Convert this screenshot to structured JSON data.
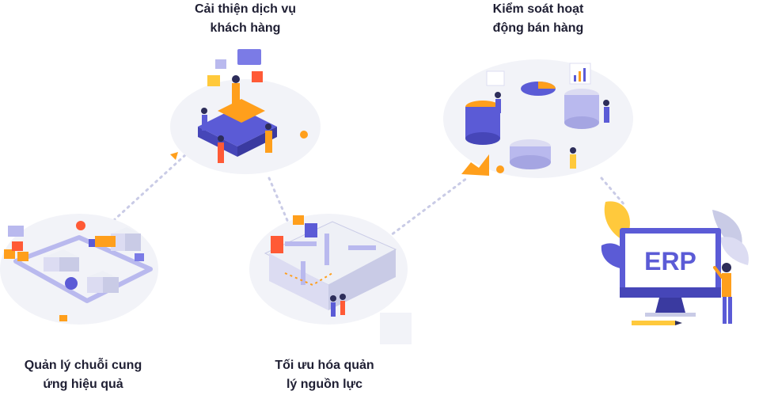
{
  "diagram": {
    "nodes": [
      {
        "id": "service",
        "line1": "Cải thiện dịch vụ",
        "line2": "khách hàng"
      },
      {
        "id": "sales",
        "line1": "Kiểm soát hoạt",
        "line2": "động bán hàng"
      },
      {
        "id": "supply",
        "line1": "Quản lý chuỗi cung",
        "line2": "ứng hiệu quả"
      },
      {
        "id": "hr",
        "line1": "Tối ưu hóa quản",
        "line2": "lý nguồn lực"
      }
    ],
    "center": {
      "label": "ERP"
    }
  },
  "colors": {
    "purple": "#5b5bd6",
    "light_purple": "#b9b9ee",
    "orange": "#ff9f1c",
    "red": "#ff5a36",
    "yellow": "#ffc93c",
    "gray": "#eef0f6"
  }
}
